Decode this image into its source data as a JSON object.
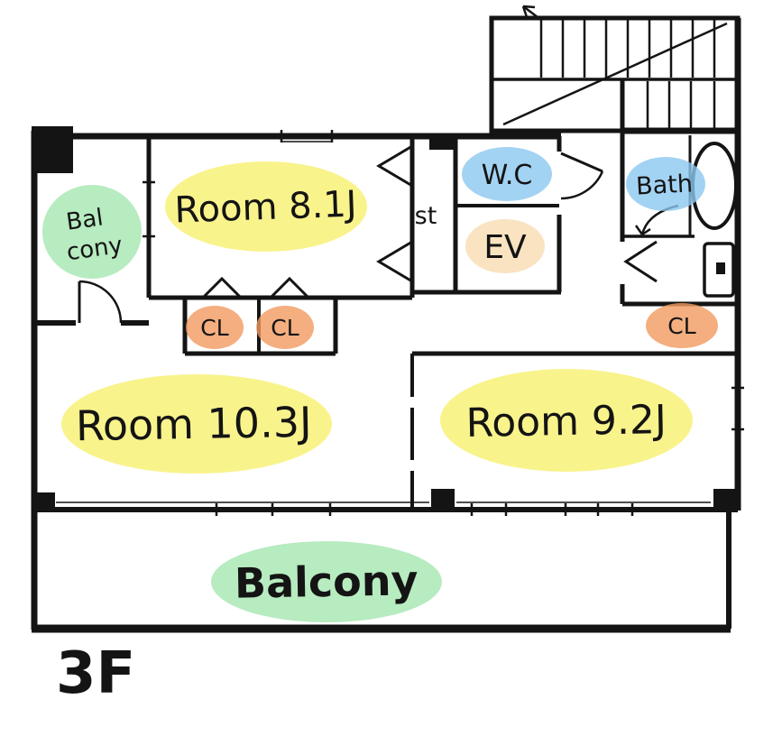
{
  "floor_label": "3F",
  "colors": {
    "highlight_yellow": "#F7F06F",
    "highlight_green": "#A5E6B0",
    "highlight_blue": "#8CC8F0",
    "highlight_orange": "#F19A5F",
    "highlight_peach": "#F8DCB2",
    "ink": "#141414"
  },
  "rooms": {
    "room_top_left": {
      "label": "Room 8.1J"
    },
    "room_bottom_left": {
      "label": "Room 10.3J"
    },
    "room_bottom_right": {
      "label": "Room 9.2J"
    },
    "wc": {
      "label": "W.C"
    },
    "elevator": {
      "label": "EV"
    },
    "bath": {
      "label": "Bath"
    },
    "storage": {
      "label": "st"
    },
    "closet_left": {
      "label": "CL"
    },
    "closet_middle": {
      "label": "CL"
    },
    "closet_right": {
      "label": "CL"
    },
    "balcony_left": {
      "line1": "Bal",
      "line2": "cony"
    },
    "balcony_bottom": {
      "label": "Balcony"
    }
  }
}
